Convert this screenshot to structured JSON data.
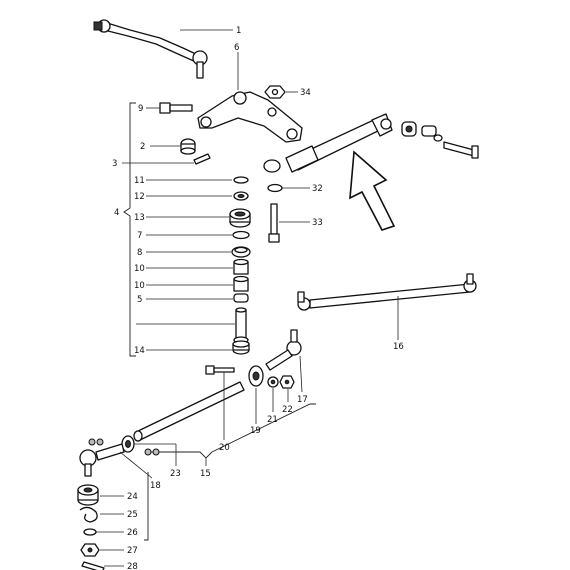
{
  "diagram": {
    "callouts": [
      "1",
      "6",
      "34",
      "9",
      "2",
      "3",
      "4",
      "11",
      "12",
      "13",
      "7",
      "8",
      "10",
      "10",
      "5",
      "14",
      "32",
      "33",
      "16",
      "17",
      "22",
      "21",
      "19",
      "20",
      "15",
      "23",
      "18",
      "24",
      "25",
      "26",
      "27",
      "28"
    ]
  }
}
